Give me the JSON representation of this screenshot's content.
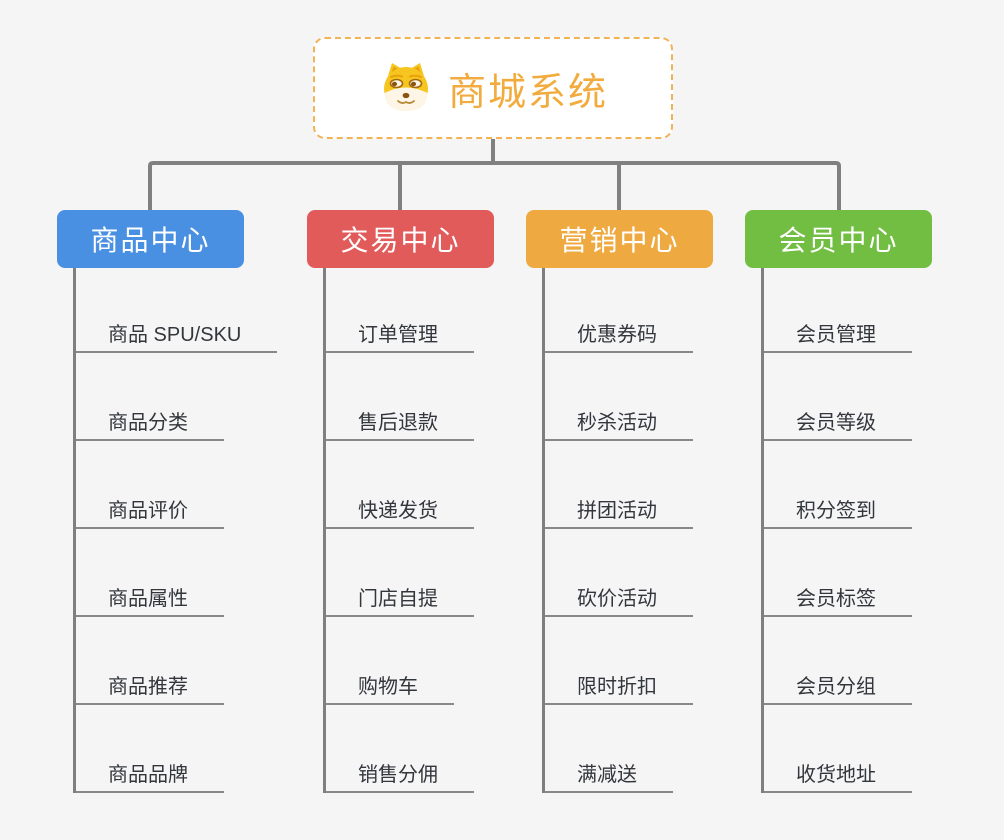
{
  "root": {
    "title": "商城系统",
    "icon": "shiba-dog-icon"
  },
  "branches": [
    {
      "label": "商品中心",
      "color": "#4a90e2",
      "items": [
        "商品 SPU/SKU",
        "商品分类",
        "商品评价",
        "商品属性",
        "商品推荐",
        "商品品牌"
      ]
    },
    {
      "label": "交易中心",
      "color": "#e25b5b",
      "items": [
        "订单管理",
        "售后退款",
        "快递发货",
        "门店自提",
        "购物车",
        "销售分佣"
      ]
    },
    {
      "label": "营销中心",
      "color": "#efa941",
      "items": [
        "优惠券码",
        "秒杀活动",
        "拼团活动",
        "砍价活动",
        "限时折扣",
        "满减送"
      ]
    },
    {
      "label": "会员中心",
      "color": "#71be42",
      "items": [
        "会员管理",
        "会员等级",
        "积分签到",
        "会员标签",
        "会员分组",
        "收货地址"
      ]
    }
  ],
  "colors": {
    "background": "#f5f5f6",
    "connector": "#808080",
    "root_border": "#f2b256",
    "root_text": "#f2ab3e",
    "item_text": "#33363b",
    "underline": "#888888"
  }
}
